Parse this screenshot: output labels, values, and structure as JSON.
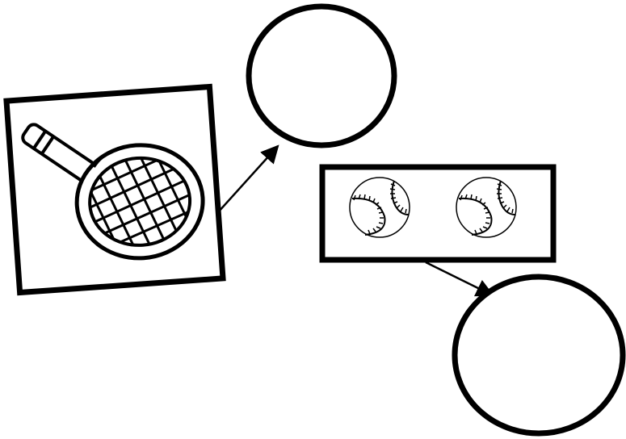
{
  "diagram": {
    "items": [
      {
        "id": "racket-card",
        "icon": "tennis-racket-icon"
      },
      {
        "id": "balls-card",
        "icon": "ball-icon",
        "ball_count": 2
      },
      {
        "id": "answer-circle-top",
        "content": ""
      },
      {
        "id": "answer-circle-bottom",
        "content": ""
      }
    ],
    "arrows": [
      {
        "from": "racket-card",
        "to": "answer-circle-top"
      },
      {
        "from": "balls-card",
        "to": "answer-circle-bottom"
      }
    ]
  },
  "colors": {
    "stroke": "#000000",
    "background": "#ffffff"
  }
}
